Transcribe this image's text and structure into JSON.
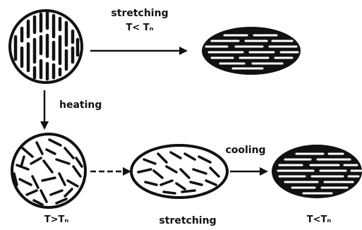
{
  "labels": {
    "stretching_top": "stretching",
    "condition_top": "T< Tₙ",
    "heating": "heating",
    "cooling": "cooling",
    "condition_high": "T>Tₙ",
    "stretching_bottom": "stretching",
    "condition_low": "T<Tₙ"
  },
  "colors": {
    "ink": "#111111",
    "background": "#ffffff"
  }
}
